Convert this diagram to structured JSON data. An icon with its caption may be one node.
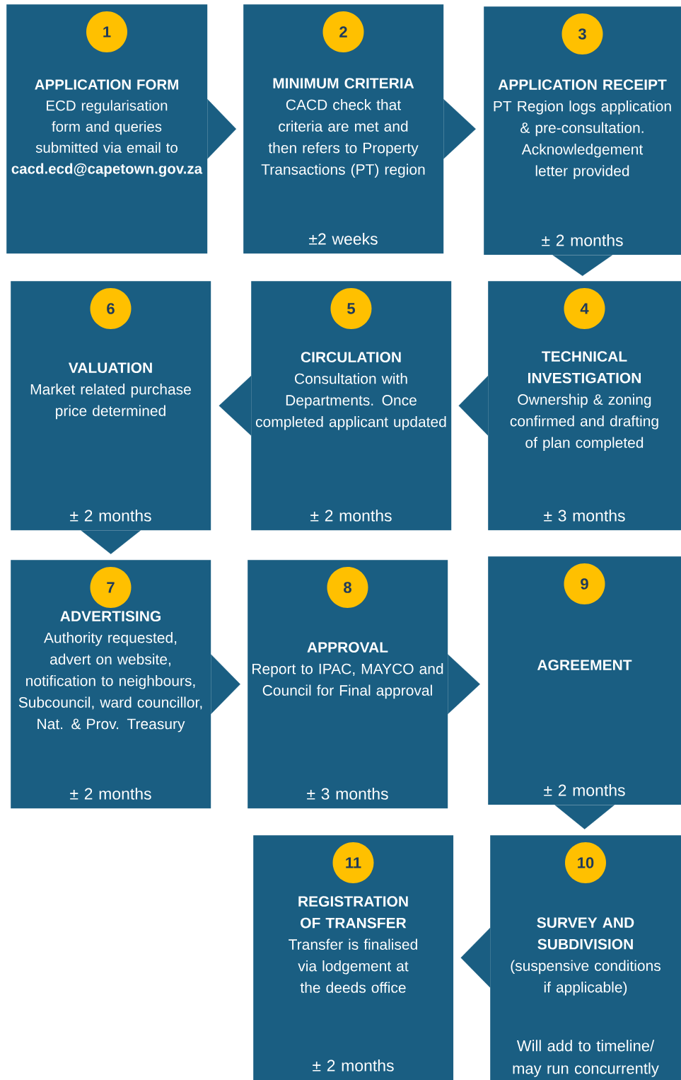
{
  "diagram": {
    "nodes": [
      {
        "text": [
          "1",
          "APPLICATION FORM",
          "ECD regularisation form and queries submitted via email to **cacd.ecd@capetown.gov.za**"
        ]
      },
      {
        "text": [
          "2",
          "MINIMUM CRITERIA",
          "CACD check that criteria are met and then refers to Property Transactions (PT) region",
          "±2 weeks"
        ]
      },
      {
        "text": [
          "3",
          "APPLICATION RECEIPT",
          "PT Region logs application & pre-consultation. Acknowledgement letter provided",
          "± 2 months"
        ]
      },
      {
        "text": [
          "4",
          "TECHNICAL INVESTIGATION",
          "Ownership & zoning confirmed and drafting of plan completed",
          "± 3 months"
        ]
      },
      {
        "text": [
          "5",
          "CIRCULATION",
          "Consultation with Departments. Once completed applicant updated",
          "± 2 months"
        ]
      },
      {
        "text": [
          "6",
          "VALUATION",
          "Market related purchase price determined",
          "± 2 months"
        ]
      },
      {
        "text": [
          "7",
          "ADVERTISING",
          "Authority  requested, advert on website, notification to neighbours, Subcouncil, ward councillor, Nat. & Prov. Treasury",
          "± 2 months"
        ]
      },
      {
        "text": [
          "8",
          "APPROVAL",
          "Report to IPAC, MAYCO and Council for Final approval",
          "± 3 months"
        ]
      },
      {
        "text": [
          "9",
          "AGREEMENT",
          "± 2 months"
        ]
      },
      {
        "text": [
          "10",
          "SURVEY AND SUBDIVISION",
          "(suspensive conditions if applicable)",
          "Will add to timeline/ may run concurrently"
        ]
      },
      {
        "text": [
          "11",
          "REGISTRATION OF TRANSFER",
          "Transfer is finalised via lodgement at the deeds office",
          "± 2 months"
        ]
      }
    ],
    "edges": [
      {
        "from": 0,
        "to": 1,
        "arrow": "to"
      },
      {
        "from": 1,
        "to": 2,
        "arrow": "to"
      },
      {
        "from": 2,
        "to": 3,
        "arrow": "to"
      },
      {
        "from": 3,
        "to": 4,
        "arrow": "to"
      },
      {
        "from": 4,
        "to": 5,
        "arrow": "to"
      },
      {
        "from": 5,
        "to": 6,
        "arrow": "to"
      },
      {
        "from": 6,
        "to": 7,
        "arrow": "to"
      },
      {
        "from": 7,
        "to": 8,
        "arrow": "to"
      },
      {
        "from": 8,
        "to": 9,
        "arrow": "to"
      },
      {
        "from": 9,
        "to": 10,
        "arrow": "to"
      }
    ]
  }
}
